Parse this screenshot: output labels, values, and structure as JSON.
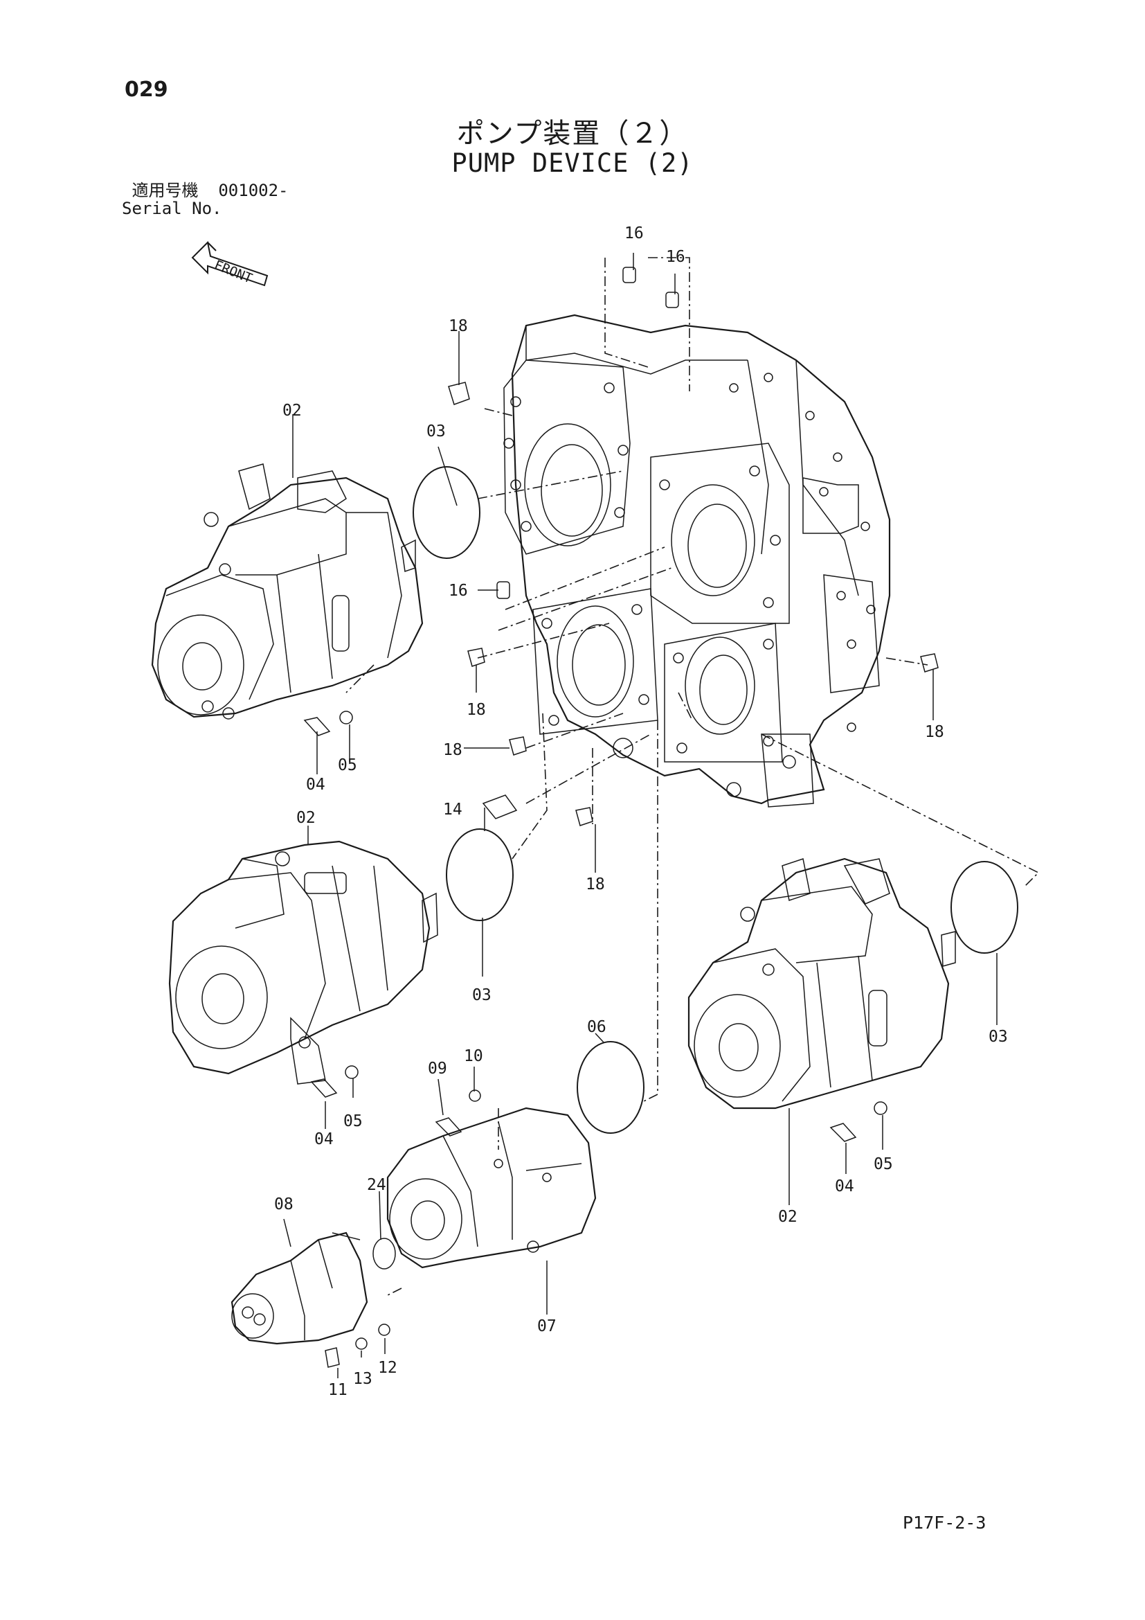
{
  "page_number": "029",
  "title_jp": "ポンプ装置（２）",
  "title_en": "PUMP DEVICE (2)",
  "serial": {
    "label_jp": "適用号機",
    "value": "001002-",
    "label_en": "Serial No."
  },
  "front_marker": "FRONT",
  "footer_code": "P17F-2-3",
  "callouts": [
    {
      "id": "c16a",
      "text": "16"
    },
    {
      "id": "c16b",
      "text": "16"
    },
    {
      "id": "c18a",
      "text": "18"
    },
    {
      "id": "c02a",
      "text": "02"
    },
    {
      "id": "c03a",
      "text": "03"
    },
    {
      "id": "c16c",
      "text": "16"
    },
    {
      "id": "c18b",
      "text": "18"
    },
    {
      "id": "c18c",
      "text": "18"
    },
    {
      "id": "c04a",
      "text": "04"
    },
    {
      "id": "c05a",
      "text": "05"
    },
    {
      "id": "c18d",
      "text": "18"
    },
    {
      "id": "c14",
      "text": "14"
    },
    {
      "id": "c02b",
      "text": "02"
    },
    {
      "id": "c18e",
      "text": "18"
    },
    {
      "id": "c03b",
      "text": "03"
    },
    {
      "id": "c03c",
      "text": "03"
    },
    {
      "id": "c06",
      "text": "06"
    },
    {
      "id": "c09",
      "text": "09"
    },
    {
      "id": "c10",
      "text": "10"
    },
    {
      "id": "c04b",
      "text": "04"
    },
    {
      "id": "c05b",
      "text": "05"
    },
    {
      "id": "c24",
      "text": "24"
    },
    {
      "id": "c08",
      "text": "08"
    },
    {
      "id": "c04c",
      "text": "04"
    },
    {
      "id": "c05c",
      "text": "05"
    },
    {
      "id": "c02c",
      "text": "02"
    },
    {
      "id": "c07",
      "text": "07"
    },
    {
      "id": "c11",
      "text": "11"
    },
    {
      "id": "c13",
      "text": "13"
    },
    {
      "id": "c12",
      "text": "12"
    }
  ]
}
